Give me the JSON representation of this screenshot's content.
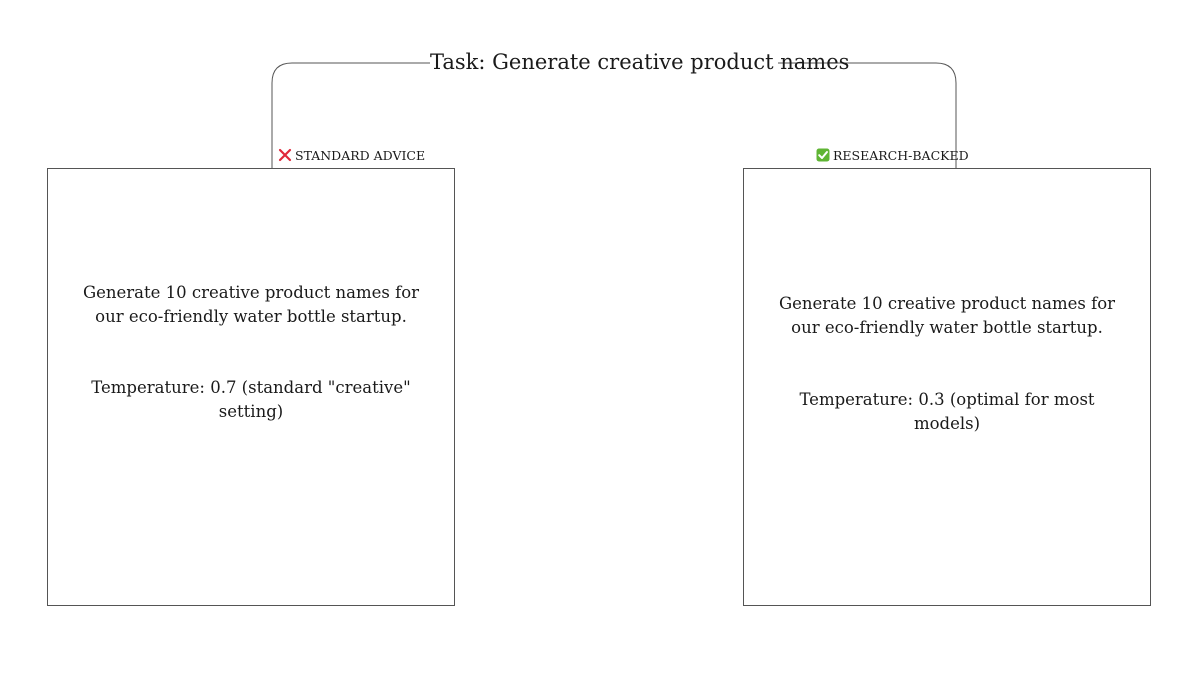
{
  "title": "Task: Generate creative product names",
  "left": {
    "tag_label": "STANDARD ADVICE",
    "tag_icon": "cross-mark-icon",
    "tag_color": "#e0283b",
    "prompt": "Generate 10 creative product names for our eco-friendly water bottle startup.",
    "temperature": "Temperature: 0.7 (standard \"creative\" setting)"
  },
  "right": {
    "tag_label": "RESEARCH-BACKED",
    "tag_icon": "check-mark-button-icon",
    "tag_color": "#5fb534",
    "prompt": "Generate 10 creative product names for our eco-friendly water bottle startup.",
    "temperature": "Temperature: 0.3 (optimal for most models)"
  }
}
